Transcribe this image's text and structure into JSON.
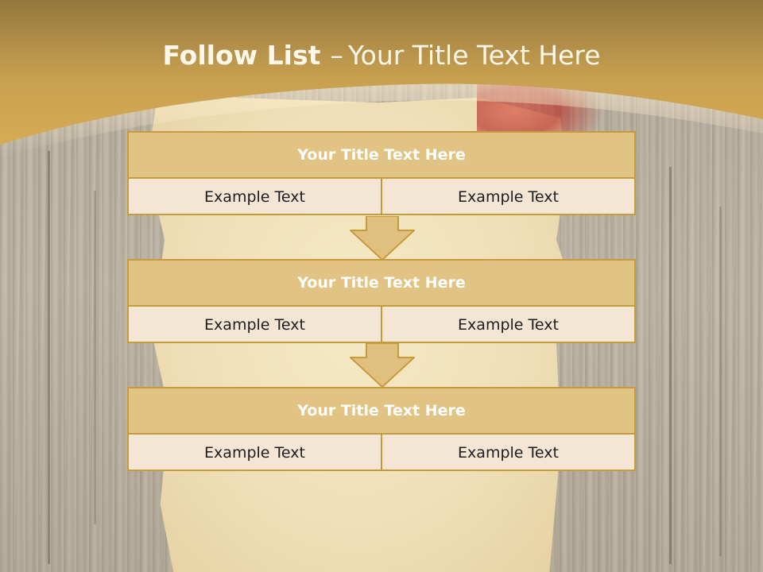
{
  "slide": {
    "title_bold": "Follow List",
    "title_dash": "–",
    "title_rest": "Your Title Text Here"
  },
  "steps": [
    {
      "title": "Your Title Text Here",
      "cells": [
        "Example Text",
        "Example Text"
      ]
    },
    {
      "title": "Your Title Text Here",
      "cells": [
        "Example Text",
        "Example Text"
      ]
    },
    {
      "title": "Your Title Text Here",
      "cells": [
        "Example Text",
        "Example Text"
      ]
    }
  ],
  "colors": {
    "header_gold": "#d2a24e",
    "box_border": "#c99a3c",
    "box_head": "#e1c383",
    "box_body": "#f3e6d4",
    "arrow_fill": "#e0c07f"
  }
}
